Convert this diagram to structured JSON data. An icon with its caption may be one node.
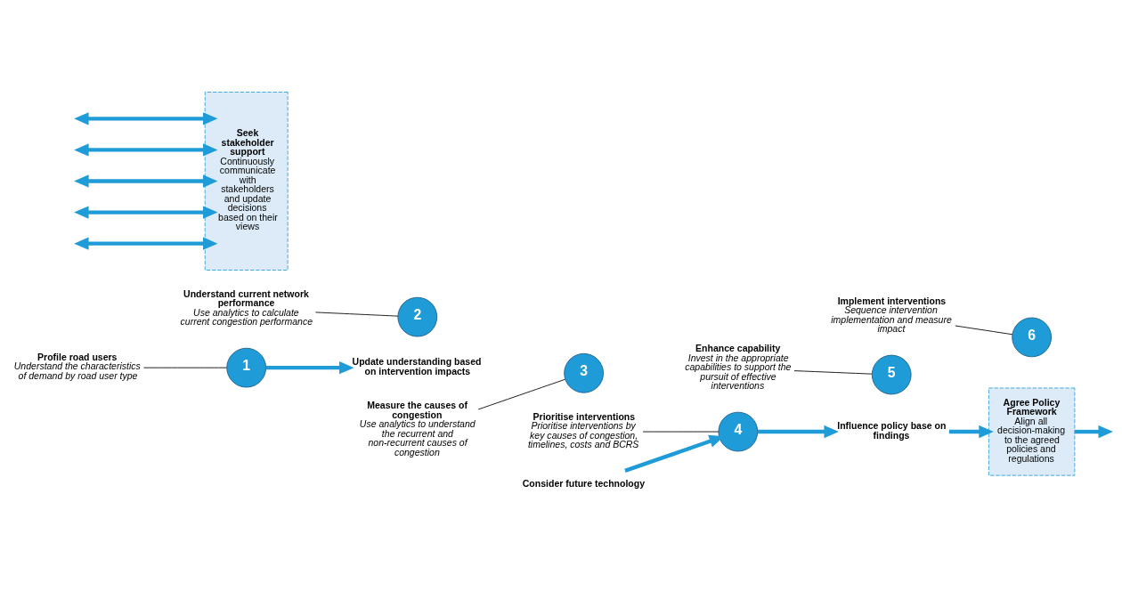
{
  "diagram": {
    "nodes": [
      {
        "text": [
          "Agree Policy Framework",
          "Align all decision-making to the agreed policies and regulations"
        ]
      },
      {
        "text": [
          "Seek stakeholder support",
          "Continuously communicate with stakeholders and update decisions based on their views"
        ]
      },
      {
        "text": [
          "1"
        ]
      },
      {
        "text": [
          "2"
        ]
      },
      {
        "text": [
          "3"
        ]
      },
      {
        "text": [
          "4"
        ]
      },
      {
        "text": [
          "5"
        ]
      },
      {
        "text": [
          "6"
        ]
      },
      {
        "text": [
          "Profile road users",
          "Understand the characteristics of demand by road user type"
        ]
      },
      {
        "text": [
          "Understand current network performance",
          "Use analytics to calculate current congestion performance"
        ]
      },
      {
        "text": [
          "Measure the causes of congestion",
          "Use analytics to understand the recurrent and non-recurrent causes of congestion"
        ]
      },
      {
        "text": [
          "Prioritise interventions",
          "Prioritise interventions by key causes of congestion, timelines, costs and BCRS"
        ]
      },
      {
        "text": [
          "Enhance capability",
          "Invest in the appropriate capabilities to support the pursuit of effective interventions"
        ]
      },
      {
        "text": [
          "Implement interventions",
          "Sequence intervention implementation and measure impact"
        ]
      },
      {
        "text": [
          "Update understanding based on intervention impacts"
        ]
      },
      {
        "text": [
          "Influence policy base on findings"
        ]
      },
      {
        "text": [
          "Consider future technology"
        ]
      }
    ],
    "edges": [
      {
        "from": 8,
        "to": 2,
        "arrow": "none",
        "color": "#000000"
      },
      {
        "from": 9,
        "to": 3,
        "arrow": "none",
        "color": "#000000"
      },
      {
        "from": 10,
        "to": 4,
        "arrow": "none",
        "color": "#000000"
      },
      {
        "from": 11,
        "to": 5,
        "arrow": "none",
        "color": "#000000"
      },
      {
        "from": 12,
        "to": 6,
        "arrow": "none",
        "color": "#000000"
      },
      {
        "from": 13,
        "to": 7,
        "arrow": "none",
        "color": "#000000"
      },
      {
        "from": 2,
        "to": 14,
        "arrow": "to"
      },
      {
        "from": 5,
        "to": 15,
        "arrow": "to"
      },
      {
        "from": 15,
        "to": 0,
        "arrow": "to"
      },
      {
        "from": 16,
        "to": 5,
        "arrow": "to"
      },
      {
        "from": 0,
        "to": null,
        "arrow": "to"
      },
      {
        "from": null,
        "to": 1,
        "arrow": "both"
      },
      {
        "from": null,
        "to": 1,
        "arrow": "both"
      },
      {
        "from": null,
        "to": 1,
        "arrow": "both"
      },
      {
        "from": null,
        "to": 1,
        "arrow": "both"
      },
      {
        "from": null,
        "to": 1,
        "arrow": "both"
      }
    ]
  }
}
